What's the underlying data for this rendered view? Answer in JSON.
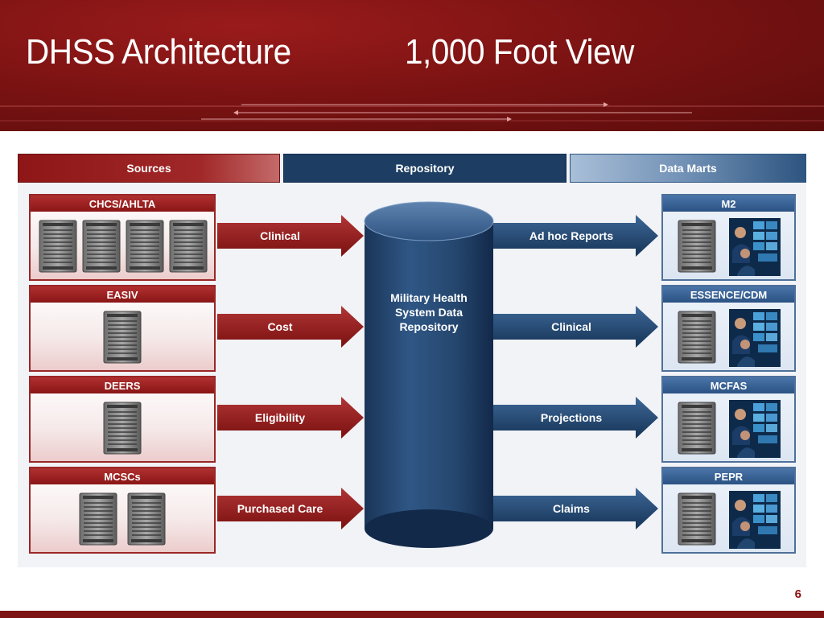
{
  "header": {
    "title_left": "DHSS Architecture",
    "title_right": "1,000 Foot View"
  },
  "columns": {
    "sources": "Sources",
    "repository": "Repository",
    "data_marts": "Data Marts"
  },
  "sources": [
    {
      "label": "CHCS/AHLTA",
      "servers": 4
    },
    {
      "label": "EASIV",
      "servers": 1
    },
    {
      "label": "DEERS",
      "servers": 1
    },
    {
      "label": "MCSCs",
      "servers": 2
    }
  ],
  "source_flows": [
    "Clinical",
    "Cost",
    "Eligibility",
    "Purchased Care"
  ],
  "repository": {
    "label_lines": [
      "Military Health",
      "System Data",
      "Repository"
    ]
  },
  "mart_flows": [
    "Ad hoc Reports",
    "Clinical",
    "Projections",
    "Claims"
  ],
  "data_marts": [
    {
      "label": "M2"
    },
    {
      "label": "ESSENCE/CDM"
    },
    {
      "label": "MCFAS"
    },
    {
      "label": "PEPR"
    }
  ],
  "page_number": "6",
  "colors": {
    "header_red": "#7d1313",
    "source_red": "#8e1616",
    "repo_navy": "#1d3e62",
    "mart_blue": "#2b5283"
  }
}
